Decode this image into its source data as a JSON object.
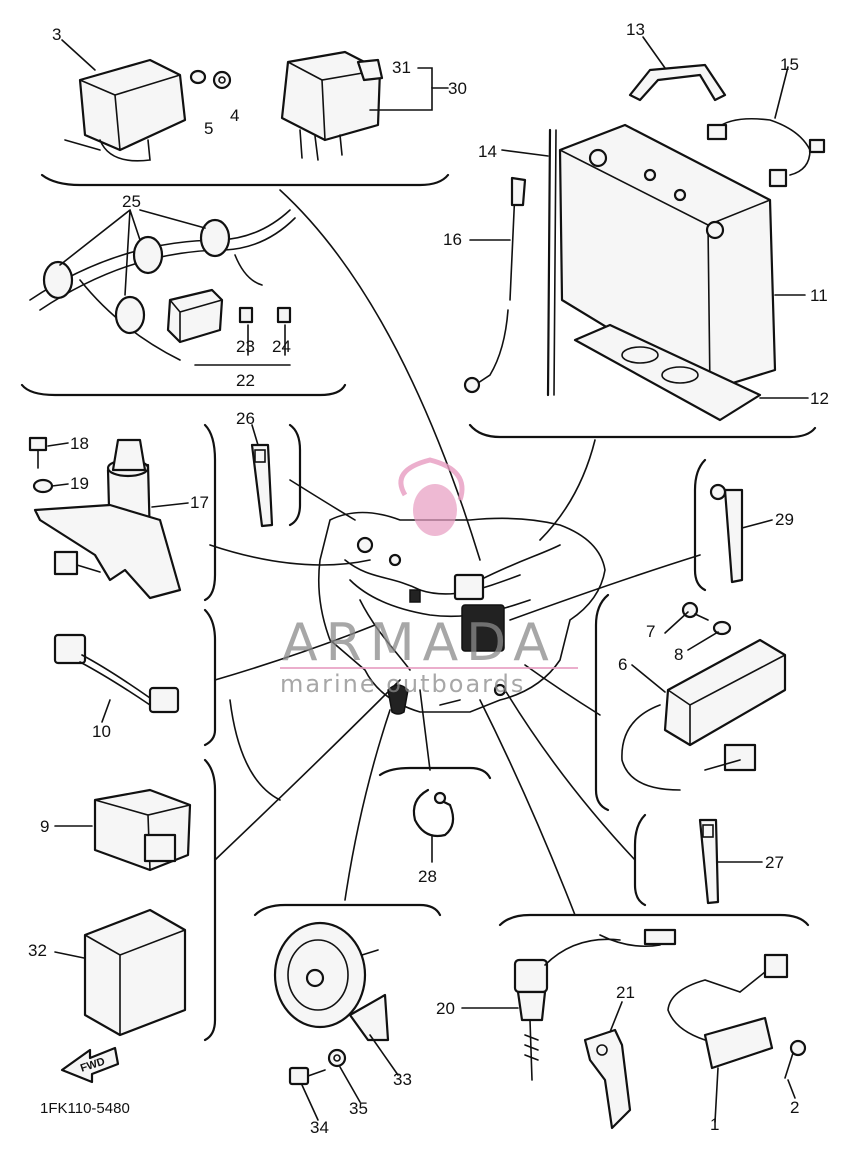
{
  "diagram": {
    "document_code": "1FK110-5480",
    "forward_marker": "FWD",
    "watermark": {
      "brand": "ARMADA",
      "tagline": "marine outboards",
      "logo_color": "#e79bc0"
    },
    "part_numbers": {
      "p1": "1",
      "p2": "2",
      "p3": "3",
      "p4": "4",
      "p5": "5",
      "p6": "6",
      "p7": "7",
      "p8": "8",
      "p9": "9",
      "p10": "10",
      "p11": "11",
      "p12": "12",
      "p13": "13",
      "p14": "14",
      "p15": "15",
      "p16": "16",
      "p17": "17",
      "p18": "18",
      "p19": "19",
      "p20": "20",
      "p21": "21",
      "p22": "22",
      "p23": "23",
      "p24": "24",
      "p25": "25",
      "p26": "26",
      "p27": "27",
      "p28": "28",
      "p29": "29",
      "p30": "30",
      "p31": "31",
      "p32": "32",
      "p33": "33",
      "p34": "34",
      "p35": "35"
    }
  }
}
